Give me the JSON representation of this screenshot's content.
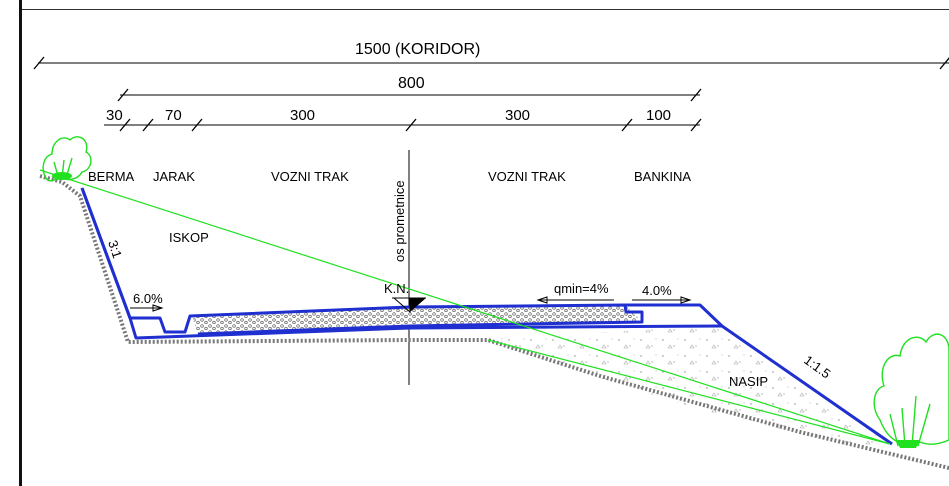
{
  "dimensions": {
    "corridor": "1500  (KORIDOR)",
    "total": "800",
    "segments": [
      "30",
      "70",
      "300",
      "300",
      "100"
    ]
  },
  "zones": {
    "berma": "BERMA",
    "jarak": "JARAK",
    "vozni_trak_left": "VOZNI TRAK",
    "vozni_trak_right": "VOZNI TRAK",
    "bankina": "BANKINA"
  },
  "labels": {
    "axis": "os prometnice",
    "iskop": "ISKOP",
    "nasip": "NASIP",
    "kn": "K.N.",
    "slope_cut": "3:1",
    "slope_fill": "1:1.5",
    "ditch_slope": "6.0%",
    "qmin": "qmin=4%",
    "shoulder_slope": "4.0%"
  },
  "colors": {
    "road_structure": "#1f2fd0",
    "terrain_line": "#20e020",
    "vegetation": "#20e020"
  }
}
